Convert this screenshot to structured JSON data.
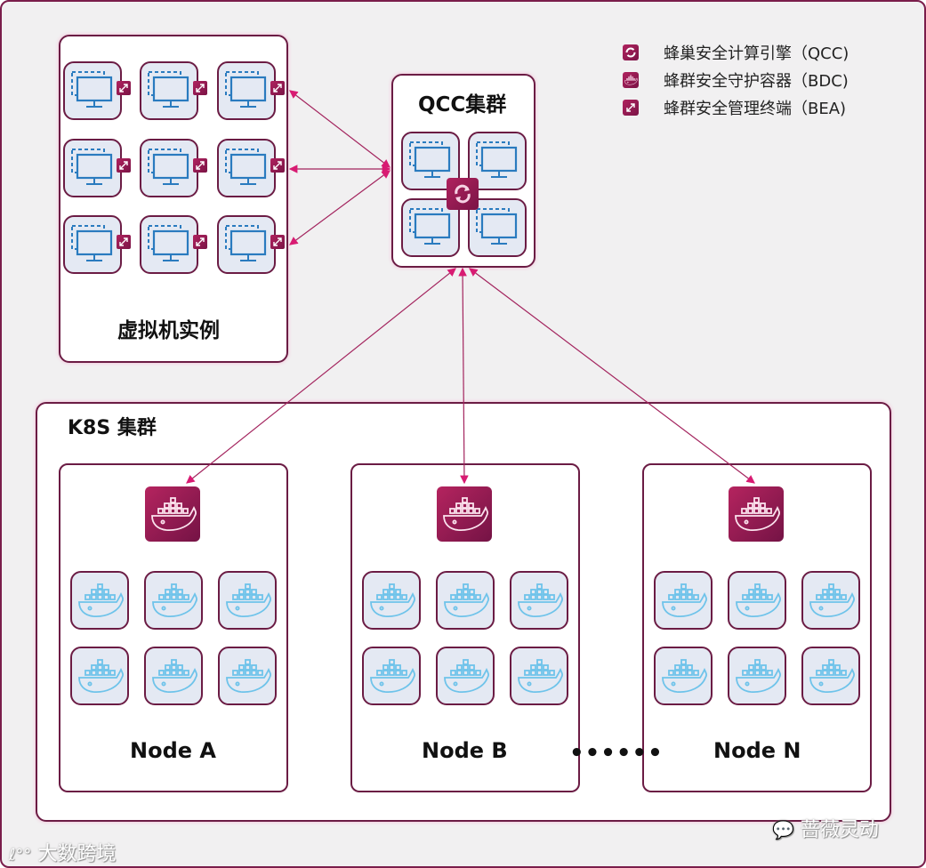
{
  "legend": [
    {
      "icon": "sync-icon",
      "label": "蜂巢安全计算引擎（QCC)"
    },
    {
      "icon": "docker-icon",
      "label": "蜂群安全守护容器（BDC)"
    },
    {
      "icon": "expand-icon",
      "label": "蜂群安全管理终端（BEA)"
    }
  ],
  "vm_group": {
    "title": "虚拟机实例",
    "instance_count": 9
  },
  "qcc_cluster": {
    "title": "QCC集群",
    "instance_count": 4
  },
  "k8s_cluster": {
    "title": "K8S 集群",
    "nodes": [
      {
        "label": "Node A",
        "container_count": 6
      },
      {
        "label": "Node B",
        "container_count": 6
      },
      {
        "label": "Node N",
        "container_count": 6
      }
    ],
    "ellipsis": "••••••"
  },
  "watermarks": {
    "left": "大数跨境",
    "right": "蔷薇灵动"
  },
  "colors": {
    "accent": "#a81d5a",
    "border": "#6b1c44",
    "arrow": "#d81b72",
    "monitor": "#2a7bbf",
    "docker_light": "#6ec3ea"
  }
}
